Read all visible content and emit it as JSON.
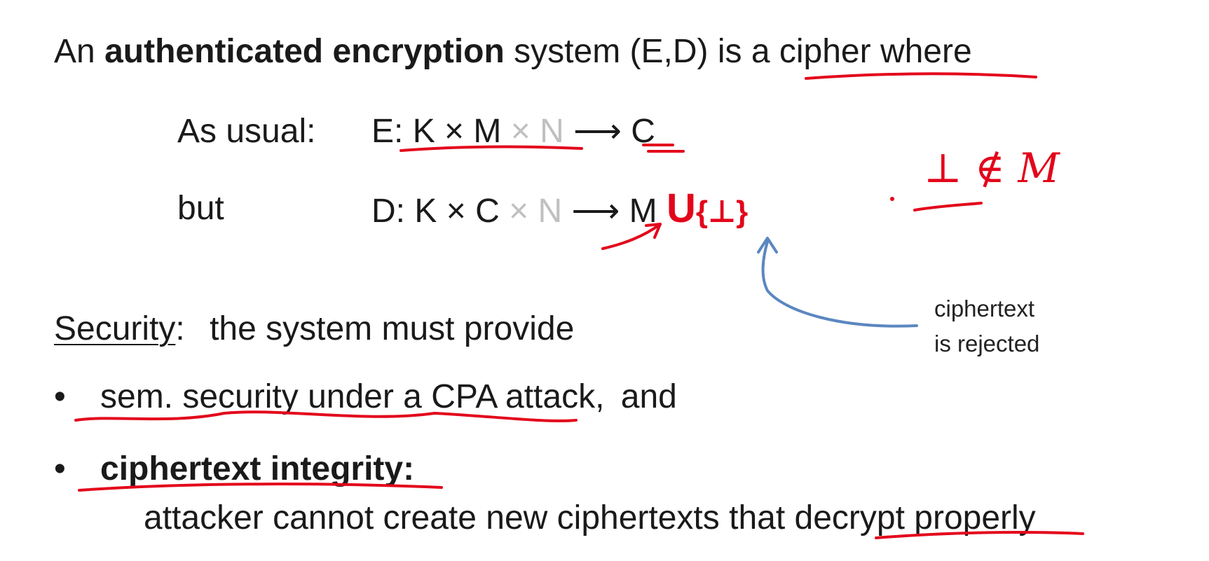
{
  "definition": {
    "prefix": "An",
    "bold_term": "authenticated encryption",
    "suffix_a": "system (E,D) is a",
    "suffix_b": "cipher where"
  },
  "encryption": {
    "label": "As usual:",
    "name": "E:",
    "domain": "K × M",
    "nonce": "× N",
    "arrow": "⟶",
    "range": "C"
  },
  "decryption": {
    "label": "but",
    "name": "D:",
    "domain": "K × C",
    "nonce": "× N",
    "arrow": "⟶",
    "range": "M",
    "union": "U",
    "bottom_set": "{⊥}"
  },
  "annotation": {
    "line1": "ciphertext",
    "line2": "is rejected"
  },
  "handwriting": {
    "note": "⊥ ∉ M"
  },
  "security": {
    "label": "Security",
    "colon": ":",
    "text": "the system must provide"
  },
  "requirements": [
    {
      "bullet": "•",
      "text": "sem. security under a CPA attack,",
      "tail": "and"
    },
    {
      "bullet": "•",
      "bold": "ciphertext integrity:",
      "detail_a": "attacker cannot create new ciphertexts that",
      "detail_b": "decrypt properly"
    }
  ],
  "colors": {
    "ink_red": "#e3061b",
    "arrow_blue": "#5b87c0",
    "nonce_gray": "#c0c0c0"
  }
}
